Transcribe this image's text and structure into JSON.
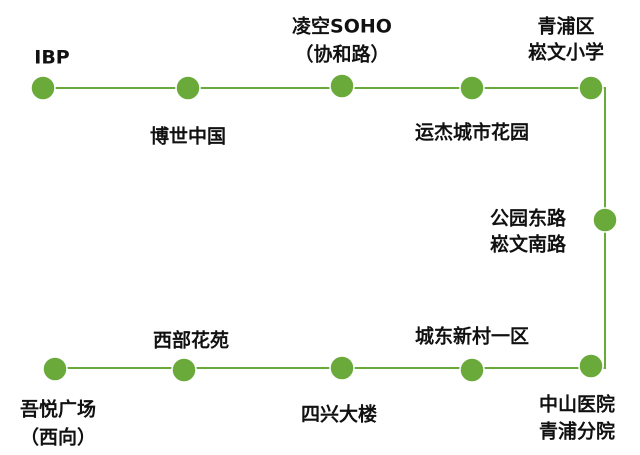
{
  "route": {
    "line_color": "#6aaa3a",
    "stops": [
      {
        "id": "ibp",
        "lines": [
          "IBP"
        ]
      },
      {
        "id": "boshi",
        "lines": [
          "博世中国"
        ]
      },
      {
        "id": "lingkong",
        "lines": [
          "凌空SOHO",
          "（协和路）"
        ]
      },
      {
        "id": "yunjie",
        "lines": [
          "运杰城市花园"
        ]
      },
      {
        "id": "qingpu-songwen",
        "lines": [
          "青浦区",
          "崧文小学"
        ]
      },
      {
        "id": "gongyuan",
        "lines": [
          "公园东路",
          "崧文南路"
        ]
      },
      {
        "id": "zhongshan",
        "lines": [
          "中山医院",
          "青浦分院"
        ]
      },
      {
        "id": "chengdong",
        "lines": [
          "城东新村一区"
        ]
      },
      {
        "id": "sixing",
        "lines": [
          "四兴大楼"
        ]
      },
      {
        "id": "xibu",
        "lines": [
          "西部花苑"
        ]
      },
      {
        "id": "wuyue",
        "lines": [
          "吾悦广场",
          "（西向）"
        ]
      }
    ]
  }
}
